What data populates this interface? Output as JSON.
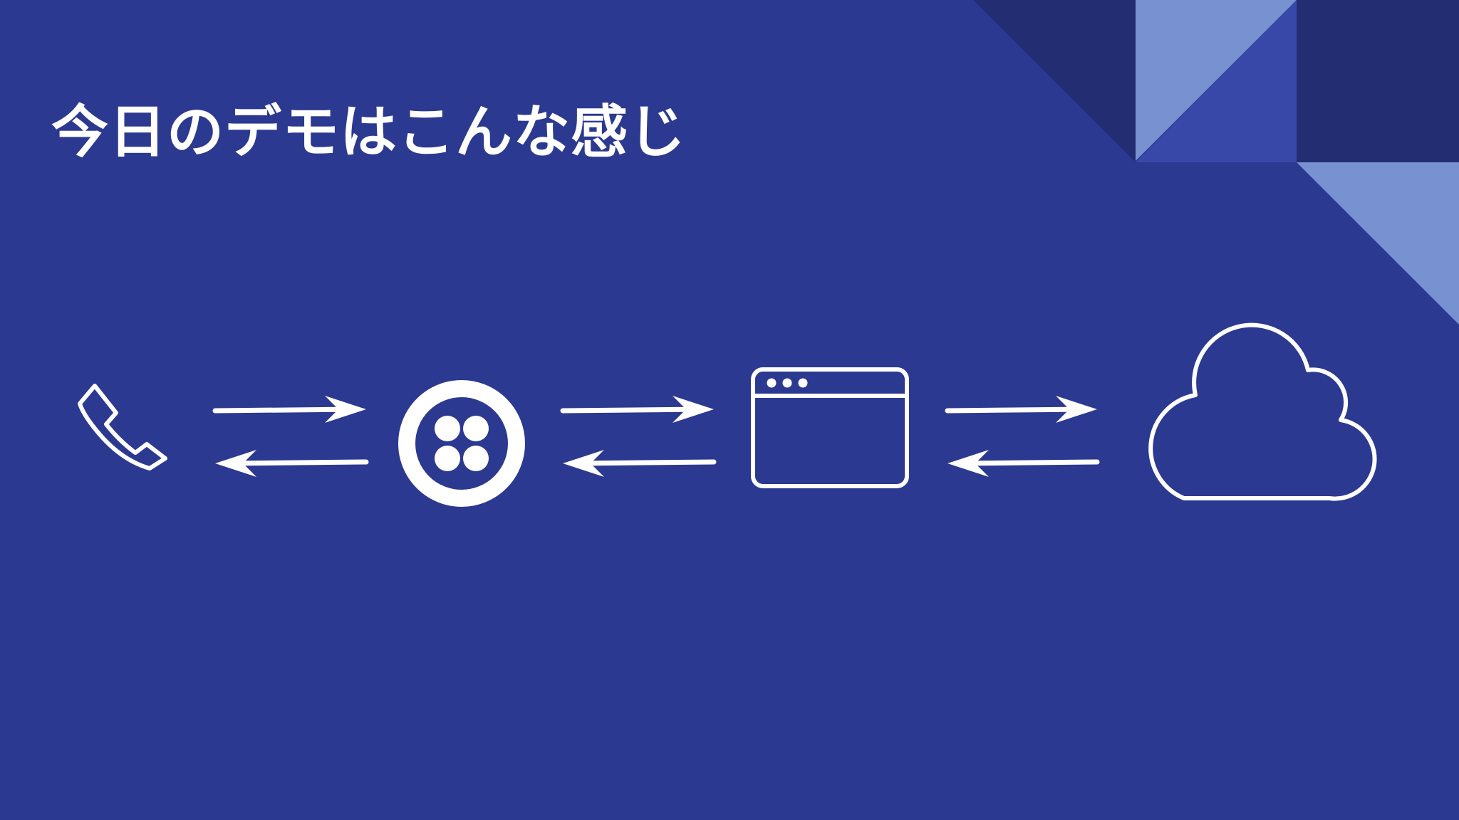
{
  "slide": {
    "title": "今日のデモはこんな感じ"
  },
  "colors": {
    "background": "#2c3990",
    "foreground": "#ffffff",
    "accent_dark": "#232d72",
    "accent_light": "#7891d0",
    "accent_mid": "#3848a8"
  },
  "diagram": {
    "nodes": [
      {
        "icon": "phone-icon"
      },
      {
        "icon": "twilio-logo-icon"
      },
      {
        "icon": "browser-window-icon"
      },
      {
        "icon": "cloud-icon"
      }
    ],
    "connections": [
      {
        "from": "phone-icon",
        "to": "twilio-logo-icon",
        "direction": "bidirectional"
      },
      {
        "from": "twilio-logo-icon",
        "to": "browser-window-icon",
        "direction": "bidirectional"
      },
      {
        "from": "browser-window-icon",
        "to": "cloud-icon",
        "direction": "bidirectional"
      }
    ]
  }
}
